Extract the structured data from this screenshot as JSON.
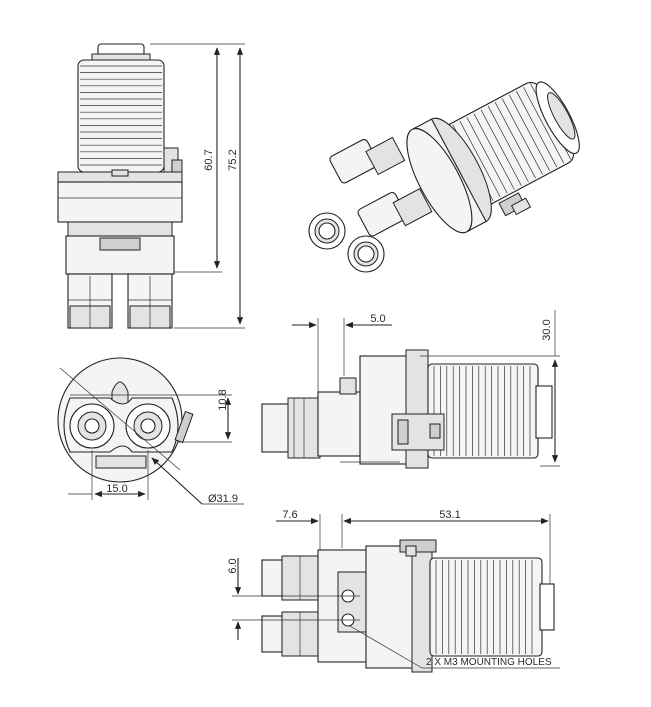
{
  "dimensions": {
    "front_height_inner": "60.7",
    "front_height_overall": "75.2",
    "bottom_offset": "10.8",
    "bottom_spacing": "15.0",
    "bottom_diameter": "Ø31.9",
    "side_offset": "5.0",
    "side_height": "30.0",
    "plan_offset_left": "7.6",
    "plan_length": "53.1",
    "plan_spacing": "6.0"
  },
  "notes": {
    "mounting_holes": "2 X M3 MOUNTING HOLES"
  },
  "colors": {
    "line": "#222222",
    "fill_light": "#f4f4f4",
    "fill_mid": "#e3e3e3",
    "fill_dark": "#cfcfcf"
  }
}
